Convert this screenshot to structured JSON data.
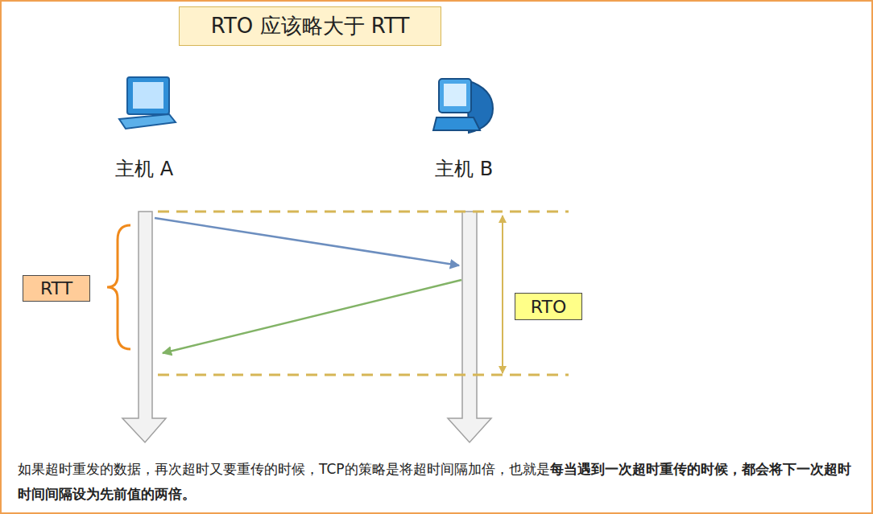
{
  "diagram": {
    "title": "RTO 应该略大于 RTT",
    "caption": "如果超时重发的数据，再次超时又要重传的时候，TCP的策略是将超时间隔加倍，也就是",
    "nodes": [
      {
        "text": [
          "RTT"
        ]
      },
      {
        "text": [
          "RTO"
        ]
      }
    ],
    "labels": [
      "主机 A",
      "主机 B",
      "每当遇到一次超时重传的时候，都会将下一次超时时间间隔设为先前值的两倍。"
    ]
  }
}
